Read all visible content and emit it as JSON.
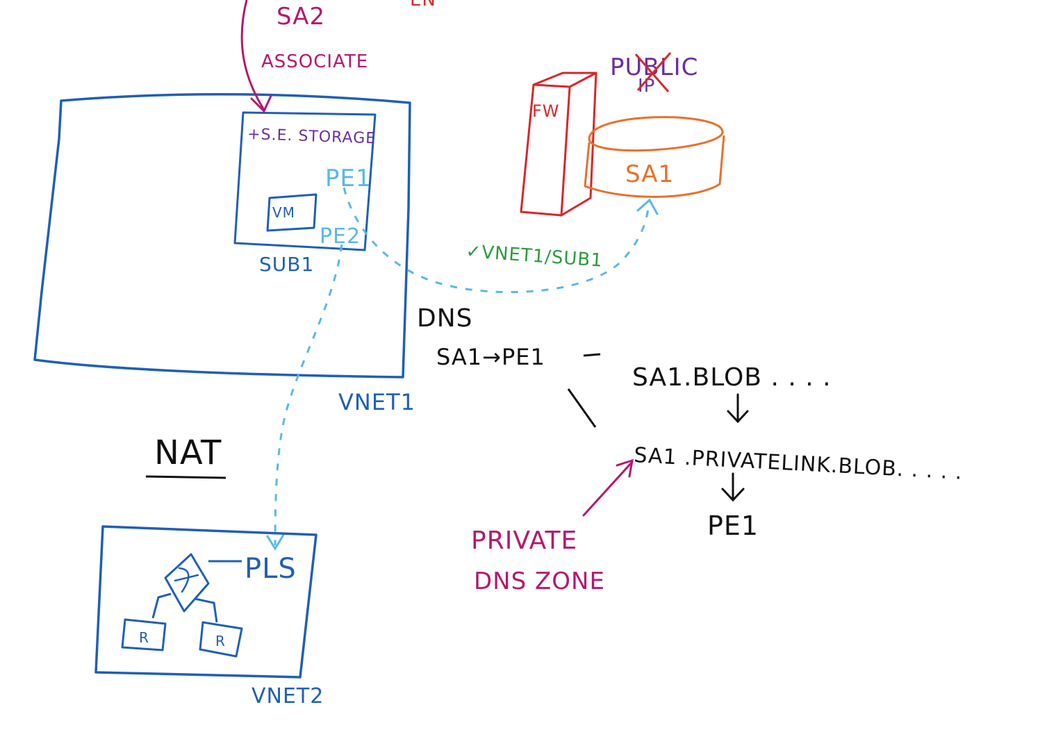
{
  "colors": {
    "blue": "#1f5fb8",
    "light_blue": "#5bb7e8",
    "magenta": "#b5176e",
    "purple": "#6a2fa0",
    "red": "#d8262a",
    "orange": "#e8702a",
    "green": "#2c9a3e",
    "black": "#111111"
  },
  "labels": {
    "top_cut": "EN",
    "sa2": "SA2",
    "associate": "ASSOCIATE",
    "se_storage": "+S.E. STORAGE",
    "pe1": "PE1",
    "vm": "VM",
    "pe2": "PE2",
    "sub1": "SUB1",
    "vnet1": "VNET1",
    "fw": "FW",
    "public_ip_line1": "PUBLIC",
    "public_ip_line2": "IP",
    "sa1": "SA1",
    "vnet1_sub1": "VNET1/SUB1",
    "dns": "DNS",
    "sa1_pe1": "SA1→PE1",
    "sa1_blob": "SA1.BLOB . . . .",
    "sa1_privatelink": "SA1 .PRIVATELINK.BLOB. . . . .",
    "pe1_final": "PE1",
    "private_dns_zone_line1": "PRIVATE",
    "private_dns_zone_line2": "DNS ZONE",
    "nat": "NAT",
    "pls": "PLS",
    "router": "R",
    "vnet2": "VNET2"
  }
}
